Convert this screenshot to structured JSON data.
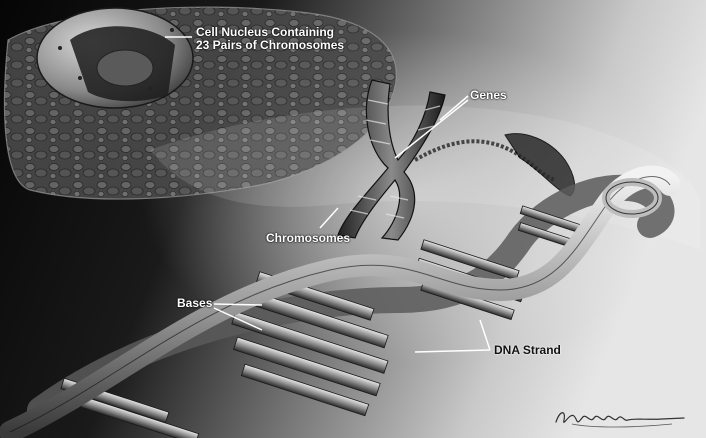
{
  "labels": {
    "nucleus_line1": "Cell Nucleus Containing",
    "nucleus_line2": "23 Pairs of Chromosomes",
    "genes": "Genes",
    "chromosomes": "Chromosomes",
    "bases": "Bases",
    "dna_strand": "DNA Strand"
  },
  "colors": {
    "background_dark": "#0d0d0d",
    "background_light": "#d9d9d9",
    "label_text": "#ffffff",
    "leader_lines": "#ffffff"
  }
}
